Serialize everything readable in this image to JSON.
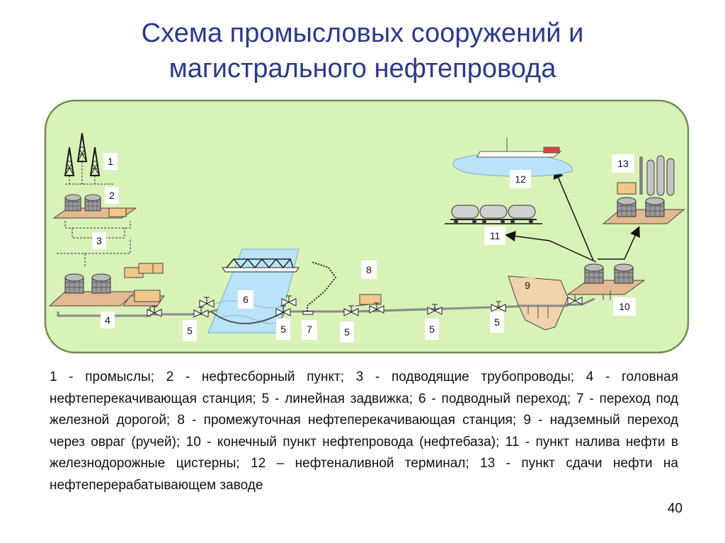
{
  "title": {
    "line1": "Схема промысловых сооружений и",
    "line2": "магистрального нефтепровода"
  },
  "diagram": {
    "labels": {
      "n1": "1",
      "n2": "2",
      "n3": "3",
      "n4": "4",
      "n5a": "5",
      "n5b": "5",
      "n5c": "5",
      "n5d": "5",
      "n5e": "5",
      "n6": "6",
      "n7": "7",
      "n8": "8",
      "n9": "9",
      "n10": "10",
      "n11": "11",
      "n12": "12",
      "n13": "13"
    },
    "colors": {
      "panel": "#d9f2b8",
      "panel_border": "#6e8f4f",
      "water": "#b9e4f7",
      "pipe": "#8a8a8a",
      "box": "#f2c78a",
      "platform": "#e2b990",
      "ravine": "#f0d3aa"
    }
  },
  "legend": {
    "text": "1 - промыслы; 2 - нефтесборный пункт; 3 - подводящие трубопроводы; 4 - головная нефтеперекачивающая станция; 5 - линейная задвижка; 6 - подводный переход; 7 - переход под железной дорогой; 8 - промежуточная нефтеперекачивающая станция; 9 - надземный переход через овраг (ручей); 10 - конечный пункт нефтепровода (нефтебаза); 11 - пункт налива нефти в железнодорожные цистерны; 12 – нефтеналивной терминал; 13 - пункт сдачи нефти на нефтеперерабатывающем заводе"
  },
  "page_number": "40"
}
